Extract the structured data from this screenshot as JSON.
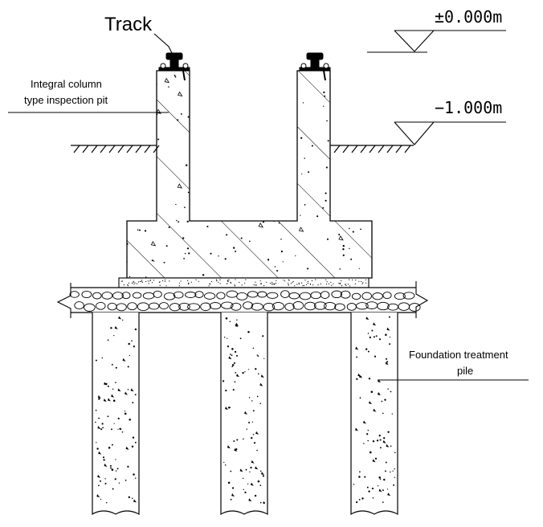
{
  "labels": {
    "track": "Track",
    "pit_line1": "Integral column",
    "pit_line2": "type inspection pit",
    "elev_top": "±0.000m",
    "elev_ground": "−1.000m",
    "pile_line1": "Foundation treatment",
    "pile_line2": "pile"
  },
  "colors": {
    "line": "#000000",
    "background": "#ffffff"
  }
}
